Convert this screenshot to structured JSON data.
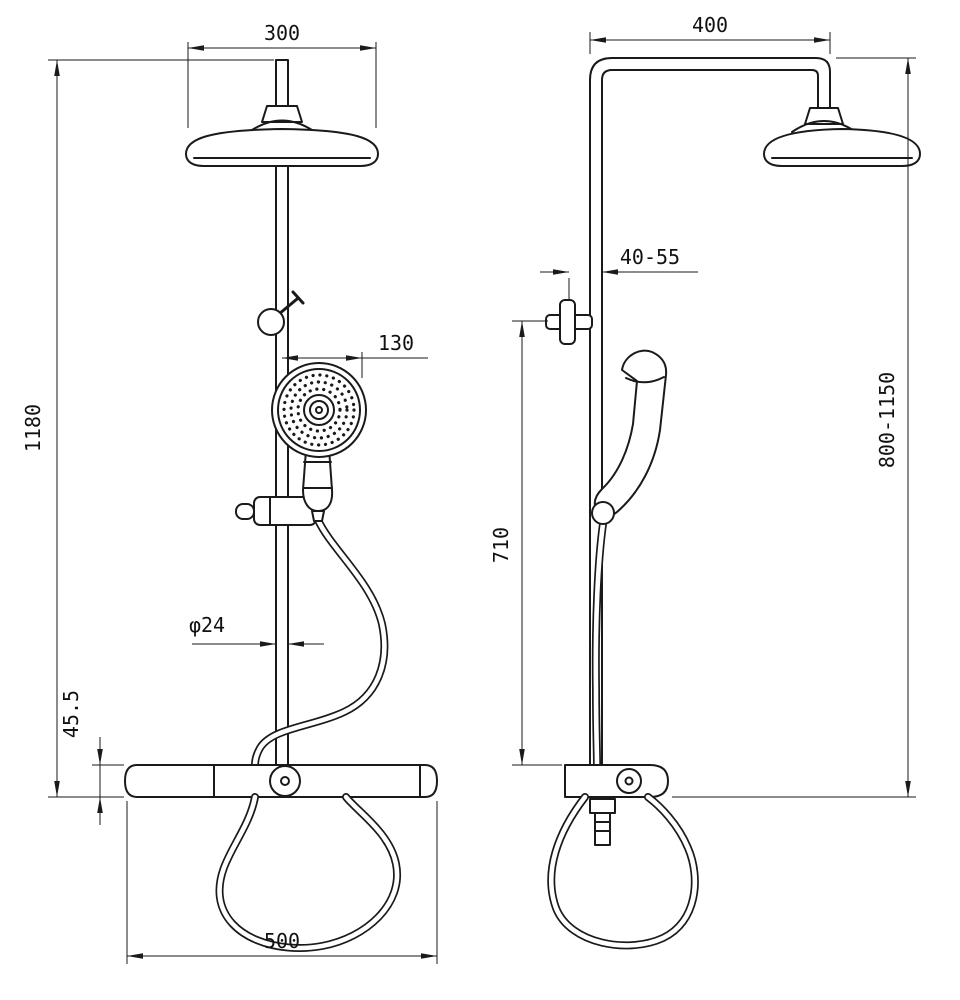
{
  "drawing": {
    "kind": "technical-dimension-drawing",
    "views": [
      "front",
      "side"
    ],
    "colors": {
      "background": "#ffffff",
      "line": "#1a1a1a"
    }
  },
  "dimensions": {
    "front_head_width": "300",
    "front_total_height": "1180",
    "front_hand_shower_offset": "130",
    "front_pipe_diameter": "φ24",
    "front_shelf_thickness": "45.5",
    "front_shelf_width": "500",
    "side_arm_reach": "400",
    "side_wall_clearance": "40-55",
    "side_bracket_to_valve": "710",
    "side_adjustable_height": "800-1150"
  }
}
